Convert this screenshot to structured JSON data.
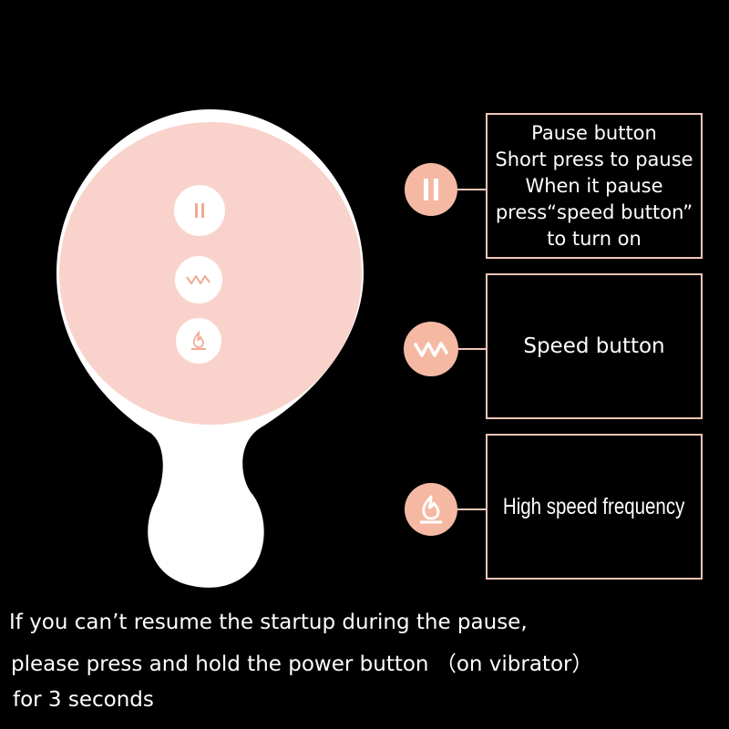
{
  "callouts": {
    "pause": {
      "icon": "pause-icon",
      "lines": [
        "Pause button",
        "Short press to pause",
        " When it pause",
        "press“speed button”",
        "to turn on"
      ]
    },
    "speed": {
      "icon": "wave-icon",
      "label": "Speed button"
    },
    "high": {
      "icon": "flame-icon",
      "label": "High speed frequency"
    }
  },
  "footnote": {
    "line1": "If you can’t resume the startup during the pause,",
    "line2": "please press and hold the power button （on vibrator）",
    "line3": "for 3 seconds"
  },
  "colors": {
    "background": "#000000",
    "remote_body": "#ffffff",
    "remote_face": "#f9d3cb",
    "icon_accent": "#f5b9a3",
    "box_border": "#eec5b6"
  }
}
